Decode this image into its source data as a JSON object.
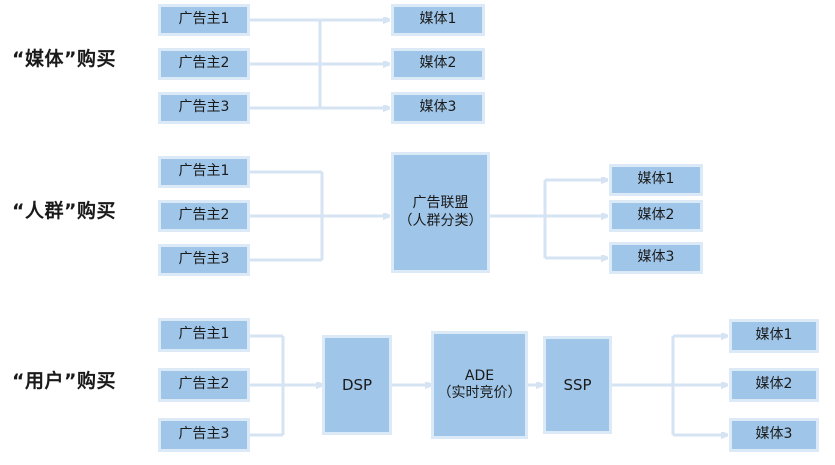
{
  "diagram": {
    "title_semantics": "three-models-of-online-ad-buying",
    "colors": {
      "node_fill": "#9FC5E8",
      "node_border": "#DCE9F7",
      "connector": "#D6E3F3",
      "text": "#1a1a1a",
      "background": "#ffffff"
    }
  },
  "rows": [
    {
      "label": "“媒体”购买",
      "left_nodes": [
        "广告主1",
        "广告主2",
        "广告主3"
      ],
      "right_nodes": [
        "媒体1",
        "媒体2",
        "媒体3"
      ],
      "middle_nodes": [],
      "pattern": "mesh-bus"
    },
    {
      "label": "“人群”购买",
      "left_nodes": [
        "广告主1",
        "广告主2",
        "广告主3"
      ],
      "right_nodes": [
        "媒体1",
        "媒体2",
        "媒体3"
      ],
      "middle_nodes": [
        "广告联盟\n（人群分类）"
      ],
      "pattern": "merge-then-fanout"
    },
    {
      "label": "“用户”购买",
      "left_nodes": [
        "广告主1",
        "广告主2",
        "广告主3"
      ],
      "right_nodes": [
        "媒体1",
        "媒体2",
        "媒体3"
      ],
      "middle_nodes": [
        "DSP",
        "ADE\n（实时竞价）",
        "SSP"
      ],
      "pattern": "merge-chain-fanout"
    }
  ],
  "labels": {
    "row1": "“媒体”购买",
    "row2": "“人群”购买",
    "row3": "“用户”购买",
    "advertiser1": "广告主1",
    "advertiser2": "广告主2",
    "advertiser3": "广告主3",
    "media1": "媒体1",
    "media2": "媒体2",
    "media3": "媒体3",
    "ad_alliance": "广告联盟\n（人群分类）",
    "dsp": "DSP",
    "ade": "ADE\n（实时竞价）",
    "ssp": "SSP"
  }
}
